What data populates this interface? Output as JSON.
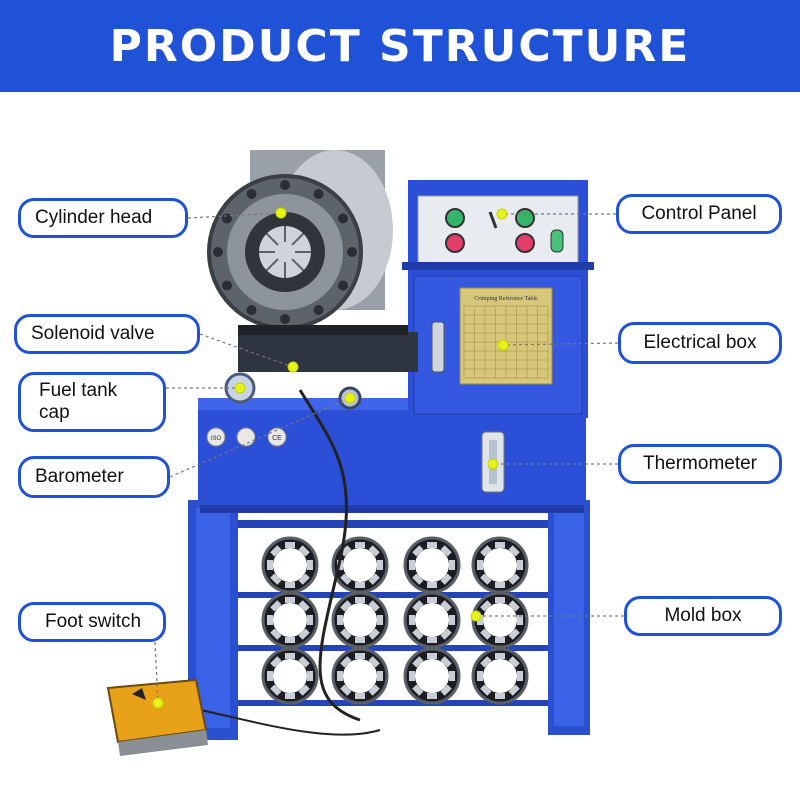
{
  "title": "PRODUCT STRUCTURE",
  "colors": {
    "banner": "#1f52d6",
    "machine_blue": "#2c4fd8",
    "dot": "#e6f21c"
  },
  "callouts_left": [
    {
      "id": "cylinder-head",
      "label": "Cylinder head"
    },
    {
      "id": "solenoid-valve",
      "label": "Solenoid valve"
    },
    {
      "id": "fuel-tank-cap",
      "label": "Fuel tank cap"
    },
    {
      "id": "barometer",
      "label": "Barometer"
    },
    {
      "id": "foot-switch",
      "label": "Foot switch"
    }
  ],
  "callouts_right": [
    {
      "id": "control-panel",
      "label": "Control Panel"
    },
    {
      "id": "electrical-box",
      "label": "Electrical box"
    },
    {
      "id": "thermometer",
      "label": "Thermometer"
    },
    {
      "id": "mold-box",
      "label": "Mold box"
    }
  ],
  "reference_table_title": "Crimping Reference Table",
  "cert_marks": [
    "ISO",
    "CE"
  ]
}
